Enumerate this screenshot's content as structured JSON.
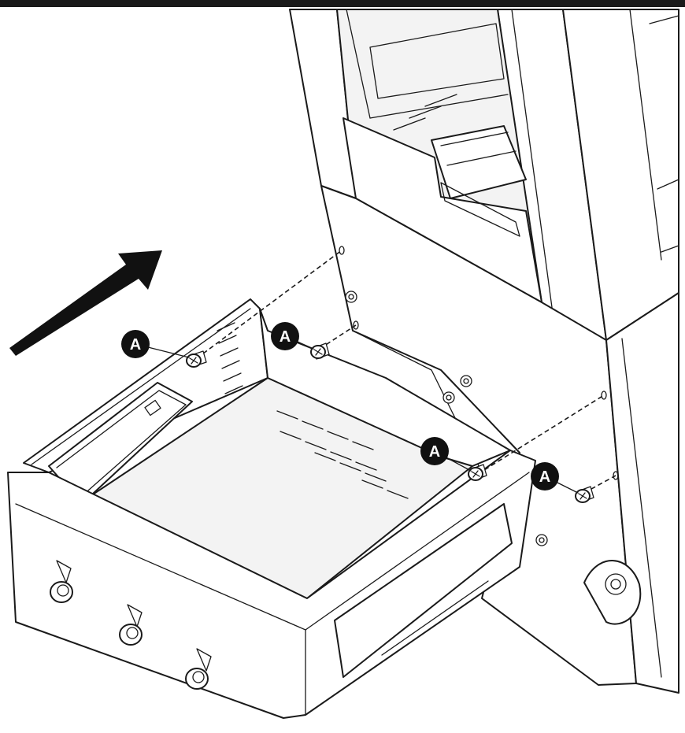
{
  "callouts": [
    {
      "label": "A"
    },
    {
      "label": "A"
    },
    {
      "label": "A"
    },
    {
      "label": "A"
    }
  ],
  "colors": {
    "ink": "#1a1a1a",
    "callout": "#111111",
    "background": "#ffffff"
  }
}
